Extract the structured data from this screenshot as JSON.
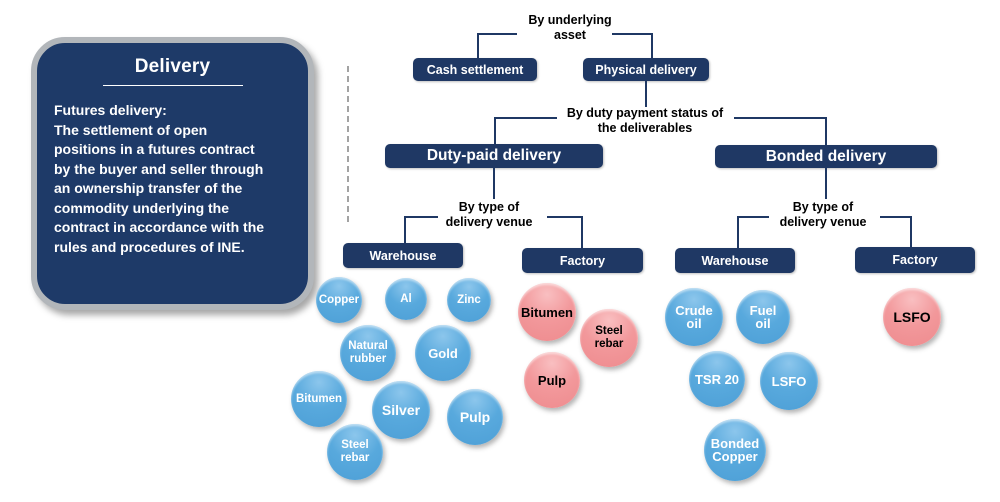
{
  "left_panel": {
    "title": "Delivery",
    "body": "Futures delivery:\nThe settlement of open\npositions in a futures contract\nby the buyer and seller through\nan ownership transfer of the\ncommodity underlying the\ncontract in accordance with the\nrules and procedures of INE."
  },
  "tree": {
    "root_label": "By underlying\nasset",
    "cash_settlement": "Cash settlement",
    "physical_delivery": "Physical delivery",
    "duty_status_label": "By duty payment status of\nthe deliverables",
    "duty_paid": "Duty-paid delivery",
    "bonded": "Bonded delivery",
    "duty_paid_venue_label": "By type of\ndelivery venue",
    "bonded_venue_label": "By type of\ndelivery venue",
    "duty_paid_warehouse": "Warehouse",
    "duty_paid_factory": "Factory",
    "bonded_warehouse": "Warehouse",
    "bonded_factory": "Factory"
  },
  "bubbles": {
    "duty_paid_warehouse": [
      "Copper",
      "Al",
      "Zinc",
      "Natural\nrubber",
      "Gold",
      "Bitumen",
      "Silver",
      "Pulp",
      "Steel\nrebar"
    ],
    "duty_paid_factory": [
      "Bitumen",
      "Steel\nrebar",
      "Pulp"
    ],
    "bonded_warehouse": [
      "Crude\noil",
      "Fuel\noil",
      "TSR 20",
      "LSFO",
      "Bonded\nCopper"
    ],
    "bonded_factory": [
      "LSFO"
    ]
  },
  "colors": {
    "navy": "#1F3864",
    "blue_bubble": "#58A9DD",
    "pink_bubble": "#F2989B",
    "panel_border_gray": "#B2B6BA",
    "dashed_line_gray": "#A3A3A3"
  }
}
